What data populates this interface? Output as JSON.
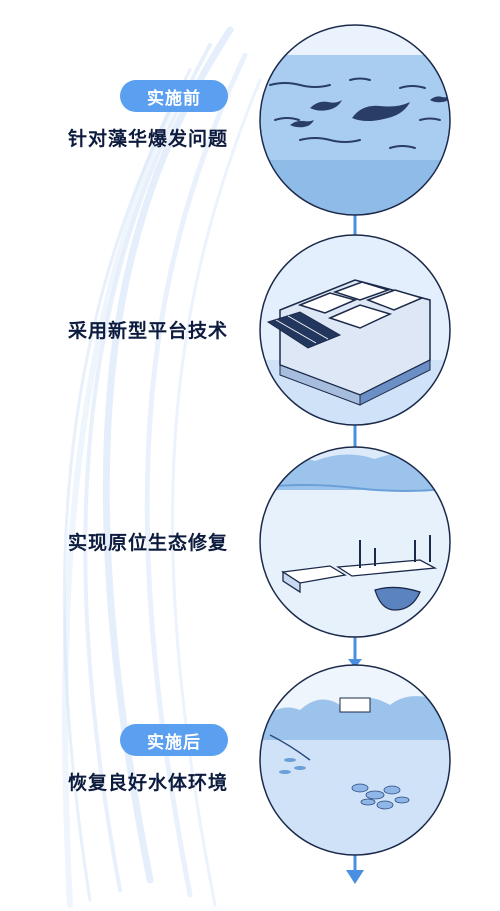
{
  "colors": {
    "accent": "#5b9ff0",
    "line": "#4a90e2",
    "text": "#0d1b3e",
    "water": "#a9cdf1",
    "water_light": "#dceafa",
    "outline": "#1c2a4a"
  },
  "steps": [
    {
      "tag": "实施前",
      "label": "针对藻华爆发问题",
      "scene": "algae-bloom"
    },
    {
      "tag": "",
      "label": "采用新型平台技术",
      "scene": "platform"
    },
    {
      "tag": "",
      "label": "实现原位生态修复",
      "scene": "restoration"
    },
    {
      "tag": "实施后",
      "label": "恢复良好水体环境",
      "scene": "clean-water"
    }
  ]
}
